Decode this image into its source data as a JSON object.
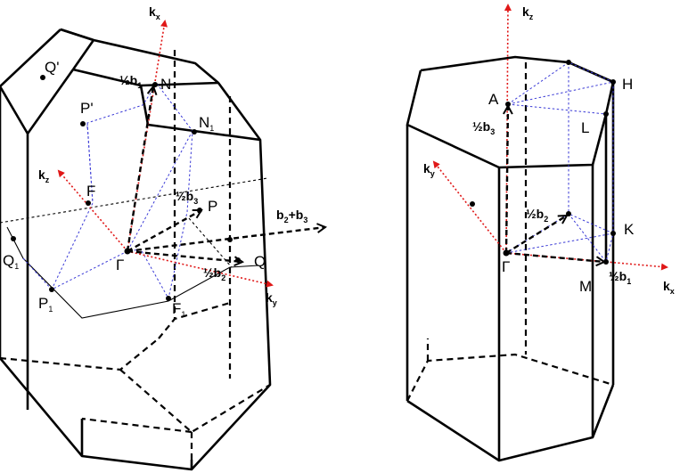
{
  "left_diagram": {
    "labels": {
      "kx": "k",
      "kx_sub": "x",
      "kz": "k",
      "kz_sub": "z",
      "ky": "k",
      "ky_sub": "y",
      "Q_prime": "Q'",
      "P_prime": "P'",
      "N": "N",
      "N1": "N",
      "N1_sub": "1",
      "F": "F",
      "F1": "F",
      "F1_sub": "1",
      "P": "P",
      "P1": "P",
      "P1_sub": "1",
      "Q": "Q",
      "Q1": "Q",
      "Q1_sub": "1",
      "Gamma": "Γ",
      "half_b1": "½b",
      "half_b1_sub": "1",
      "half_b2": "½b",
      "half_b2_sub": "2",
      "half_b3": "½b",
      "half_b3_sub": "3",
      "b2b3_a": "b",
      "b2b3_sub_a": "2",
      "b2b3_plus": "+b",
      "b2b3_sub_b": "3"
    }
  },
  "right_diagram": {
    "labels": {
      "kz": "k",
      "kz_sub": "z",
      "ky": "k",
      "ky_sub": "y",
      "kx": "k",
      "kx_sub": "x",
      "A": "A",
      "H": "H",
      "L": "L",
      "K": "K",
      "M": "M",
      "Gamma": "Γ",
      "half_b1": "½b",
      "half_b1_sub": "1",
      "half_b2": "½b",
      "half_b2_sub": "2",
      "half_b3": "½b",
      "half_b3_sub": "3"
    }
  },
  "colors": {
    "axis": "#e01818",
    "guide": "#3a3ad6",
    "edge": "#000000"
  }
}
